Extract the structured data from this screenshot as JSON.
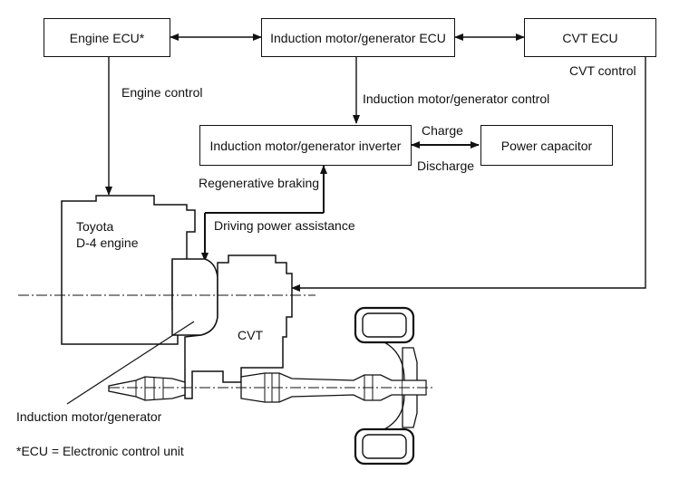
{
  "boxes": {
    "engine_ecu": "Engine ECU*",
    "motor_ecu": "Induction motor/generator ECU",
    "cvt_ecu": "CVT ECU",
    "inverter": "Induction motor/generator inverter",
    "capacitor": "Power capacitor"
  },
  "labels": {
    "engine_control": "Engine control",
    "cvt_control": "CVT control",
    "motor_control": "Induction motor/generator control",
    "charge": "Charge",
    "discharge": "Discharge",
    "regen": "Regenerative braking",
    "assist": "Driving power assistance",
    "engine_line1": "Toyota",
    "engine_line2": "D-4 engine",
    "cvt": "CVT",
    "motor_gen": "Induction motor/generator",
    "footnote": "*ECU = Electronic control unit"
  },
  "colors": {
    "ink": "#111111",
    "background": "#ffffff"
  }
}
